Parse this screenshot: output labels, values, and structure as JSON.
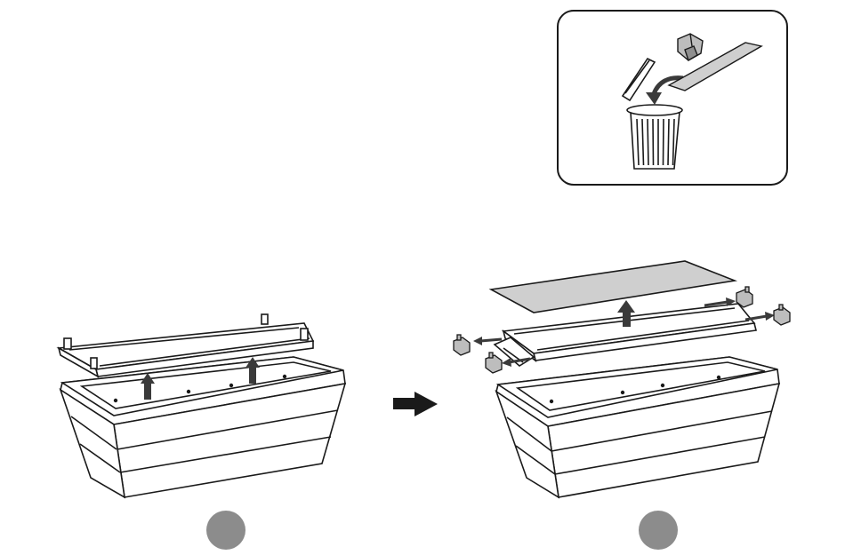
{
  "colors": {
    "background": "#ffffff",
    "line": "#1a1a1a",
    "arrow": "#3a3a3a",
    "step_marker": "#8c8c8c",
    "film": "#cfcfcf",
    "clip": "#bdbdbd"
  },
  "panels": [
    {
      "name": "disposal-inset",
      "icon": "trash-bin-icon"
    },
    {
      "name": "step-1",
      "icon": "lift-lid-icon"
    },
    {
      "name": "next-step-arrow",
      "icon": "right-arrow-icon"
    },
    {
      "name": "step-2",
      "icon": "remove-clips-and-film-icon"
    }
  ],
  "step_markers": [
    {
      "name": "step-1-marker",
      "label": ""
    },
    {
      "name": "step-2-marker",
      "label": ""
    }
  ]
}
